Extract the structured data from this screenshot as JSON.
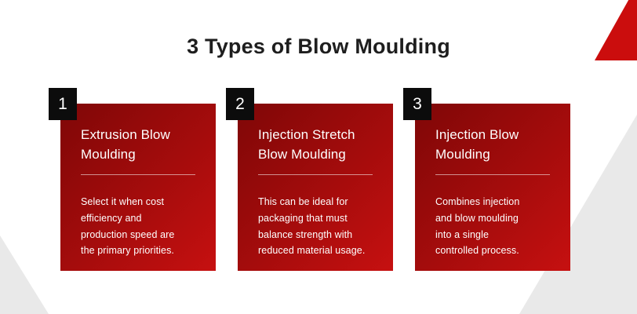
{
  "page": {
    "title": "3 Types of Blow Moulding"
  },
  "colors": {
    "heading_text": "#1e1e1e",
    "card_gradient_start": "#7f0707",
    "card_gradient_end": "#c61010",
    "badge_background": "#0c0c0c",
    "accent_corner_red": "#cb0d0d",
    "corner_gray": "#e9e9e9",
    "card_text": "#ffffff"
  },
  "cards": [
    {
      "number": "1",
      "title": "Extrusion Blow\nMoulding",
      "description": "Select it when cost\nefficiency and\nproduction speed are\nthe primary priorities."
    },
    {
      "number": "2",
      "title": "Injection Stretch\nBlow Moulding",
      "description": "This can be ideal for\npackaging that must\nbalance strength with\nreduced material usage."
    },
    {
      "number": "3",
      "title": "Injection Blow\nMoulding",
      "description": "Combines injection\nand blow moulding\ninto a single\ncontrolled process."
    }
  ]
}
